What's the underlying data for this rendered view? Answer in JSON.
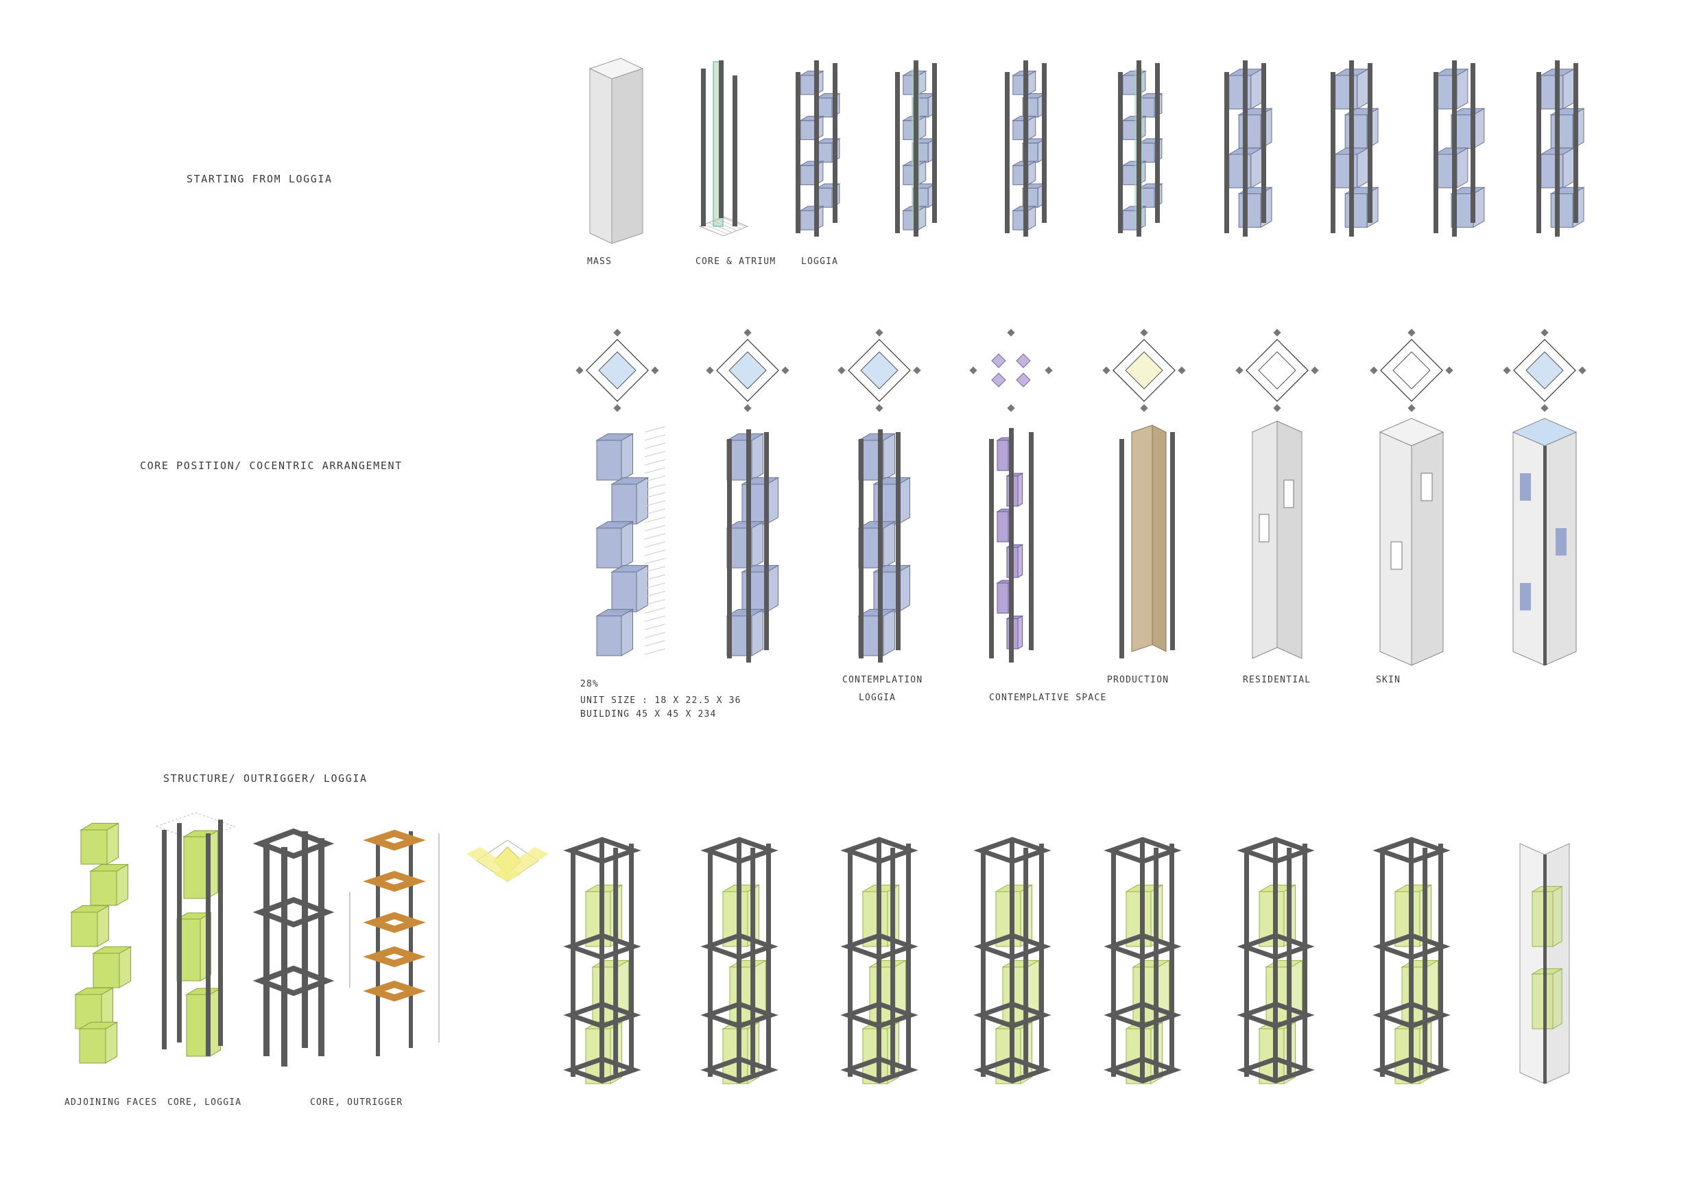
{
  "rows": {
    "row1_title": "STARTING FROM LOGGIA",
    "row2_title": "CORE POSITION/ COCENTRIC ARRANGEMENT",
    "row3_title": "STRUCTURE/ OUTRIGGER/ LOGGIA"
  },
  "captions": {
    "mass": "MASS",
    "core_atrium": "CORE & ATRIUM",
    "loggia": "LOGGIA",
    "percent": "28%",
    "unit_size": "UNIT SIZE : 18 X 22.5 X 36",
    "building": "BUILDING 45 X 45 X 234",
    "contemplation": "CONTEMPLATION",
    "loggia2": "LOGGIA",
    "contemplative_space": "CONTEMPLATIVE SPACE",
    "production": "PRODUCTION",
    "residential": "RESIDENTIAL",
    "skin": "SKIN",
    "adjoining_faces": "ADJOINING FACES",
    "core_loggia": "CORE, LOGGIA",
    "core_outrigger": "CORE, OUTRIGGER"
  },
  "colors": {
    "loggia_blue": "#9aa8cf",
    "contemplation_blue": "#c9ddf3",
    "contemplative_purple": "#a894cf",
    "production_tan": "#cdbb9a",
    "lime": "#c6de6a",
    "column_gray": "#5a5a5a",
    "mass_gray": "#e6e6e6",
    "outrigger_orange": "#c98a3a",
    "plan_yellow": "#f4ef8a"
  }
}
